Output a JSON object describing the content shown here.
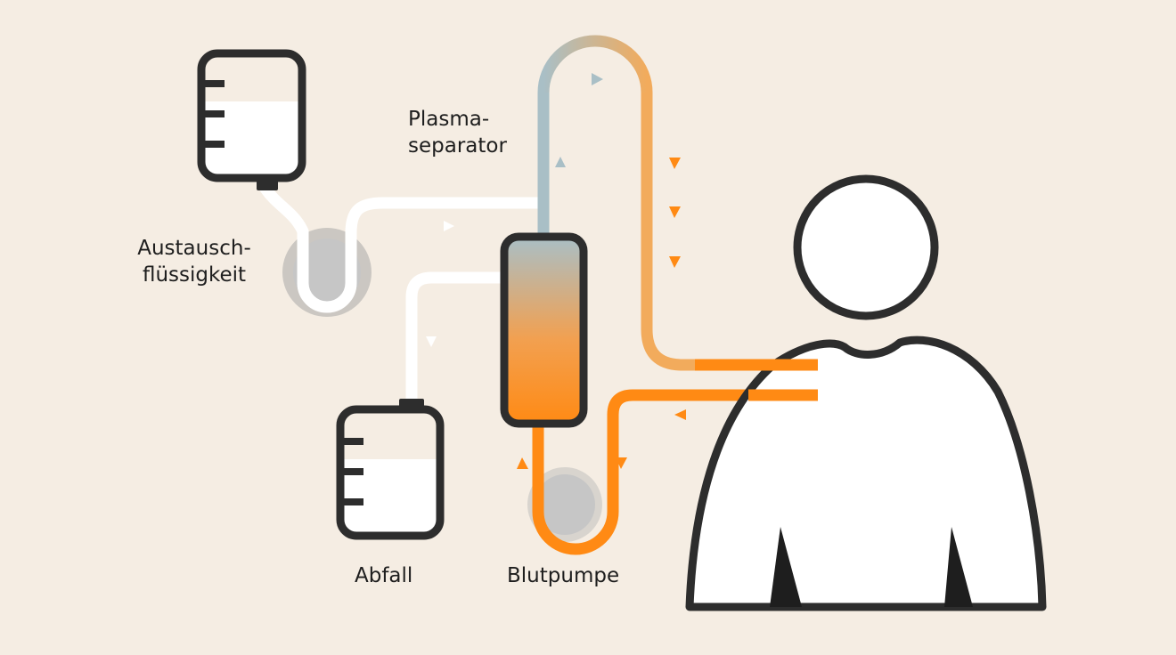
{
  "labels": {
    "separator_line1": "Plasma-",
    "separator_line2": "separator",
    "exchange_line1": "Austausch-",
    "exchange_line2": "flüssigkeit",
    "waste": "Abfall",
    "pump": "Blutpumpe"
  },
  "colors": {
    "background": "#f5ede3",
    "outline": "#2d2d2d",
    "blood": "#ff8a14",
    "blood_light": "#f2ab5c",
    "plasma": "#a9bfc6",
    "fluid": "#ffffff",
    "pump": "#c6c6c6",
    "pump_ring": "#d8d4ce"
  }
}
